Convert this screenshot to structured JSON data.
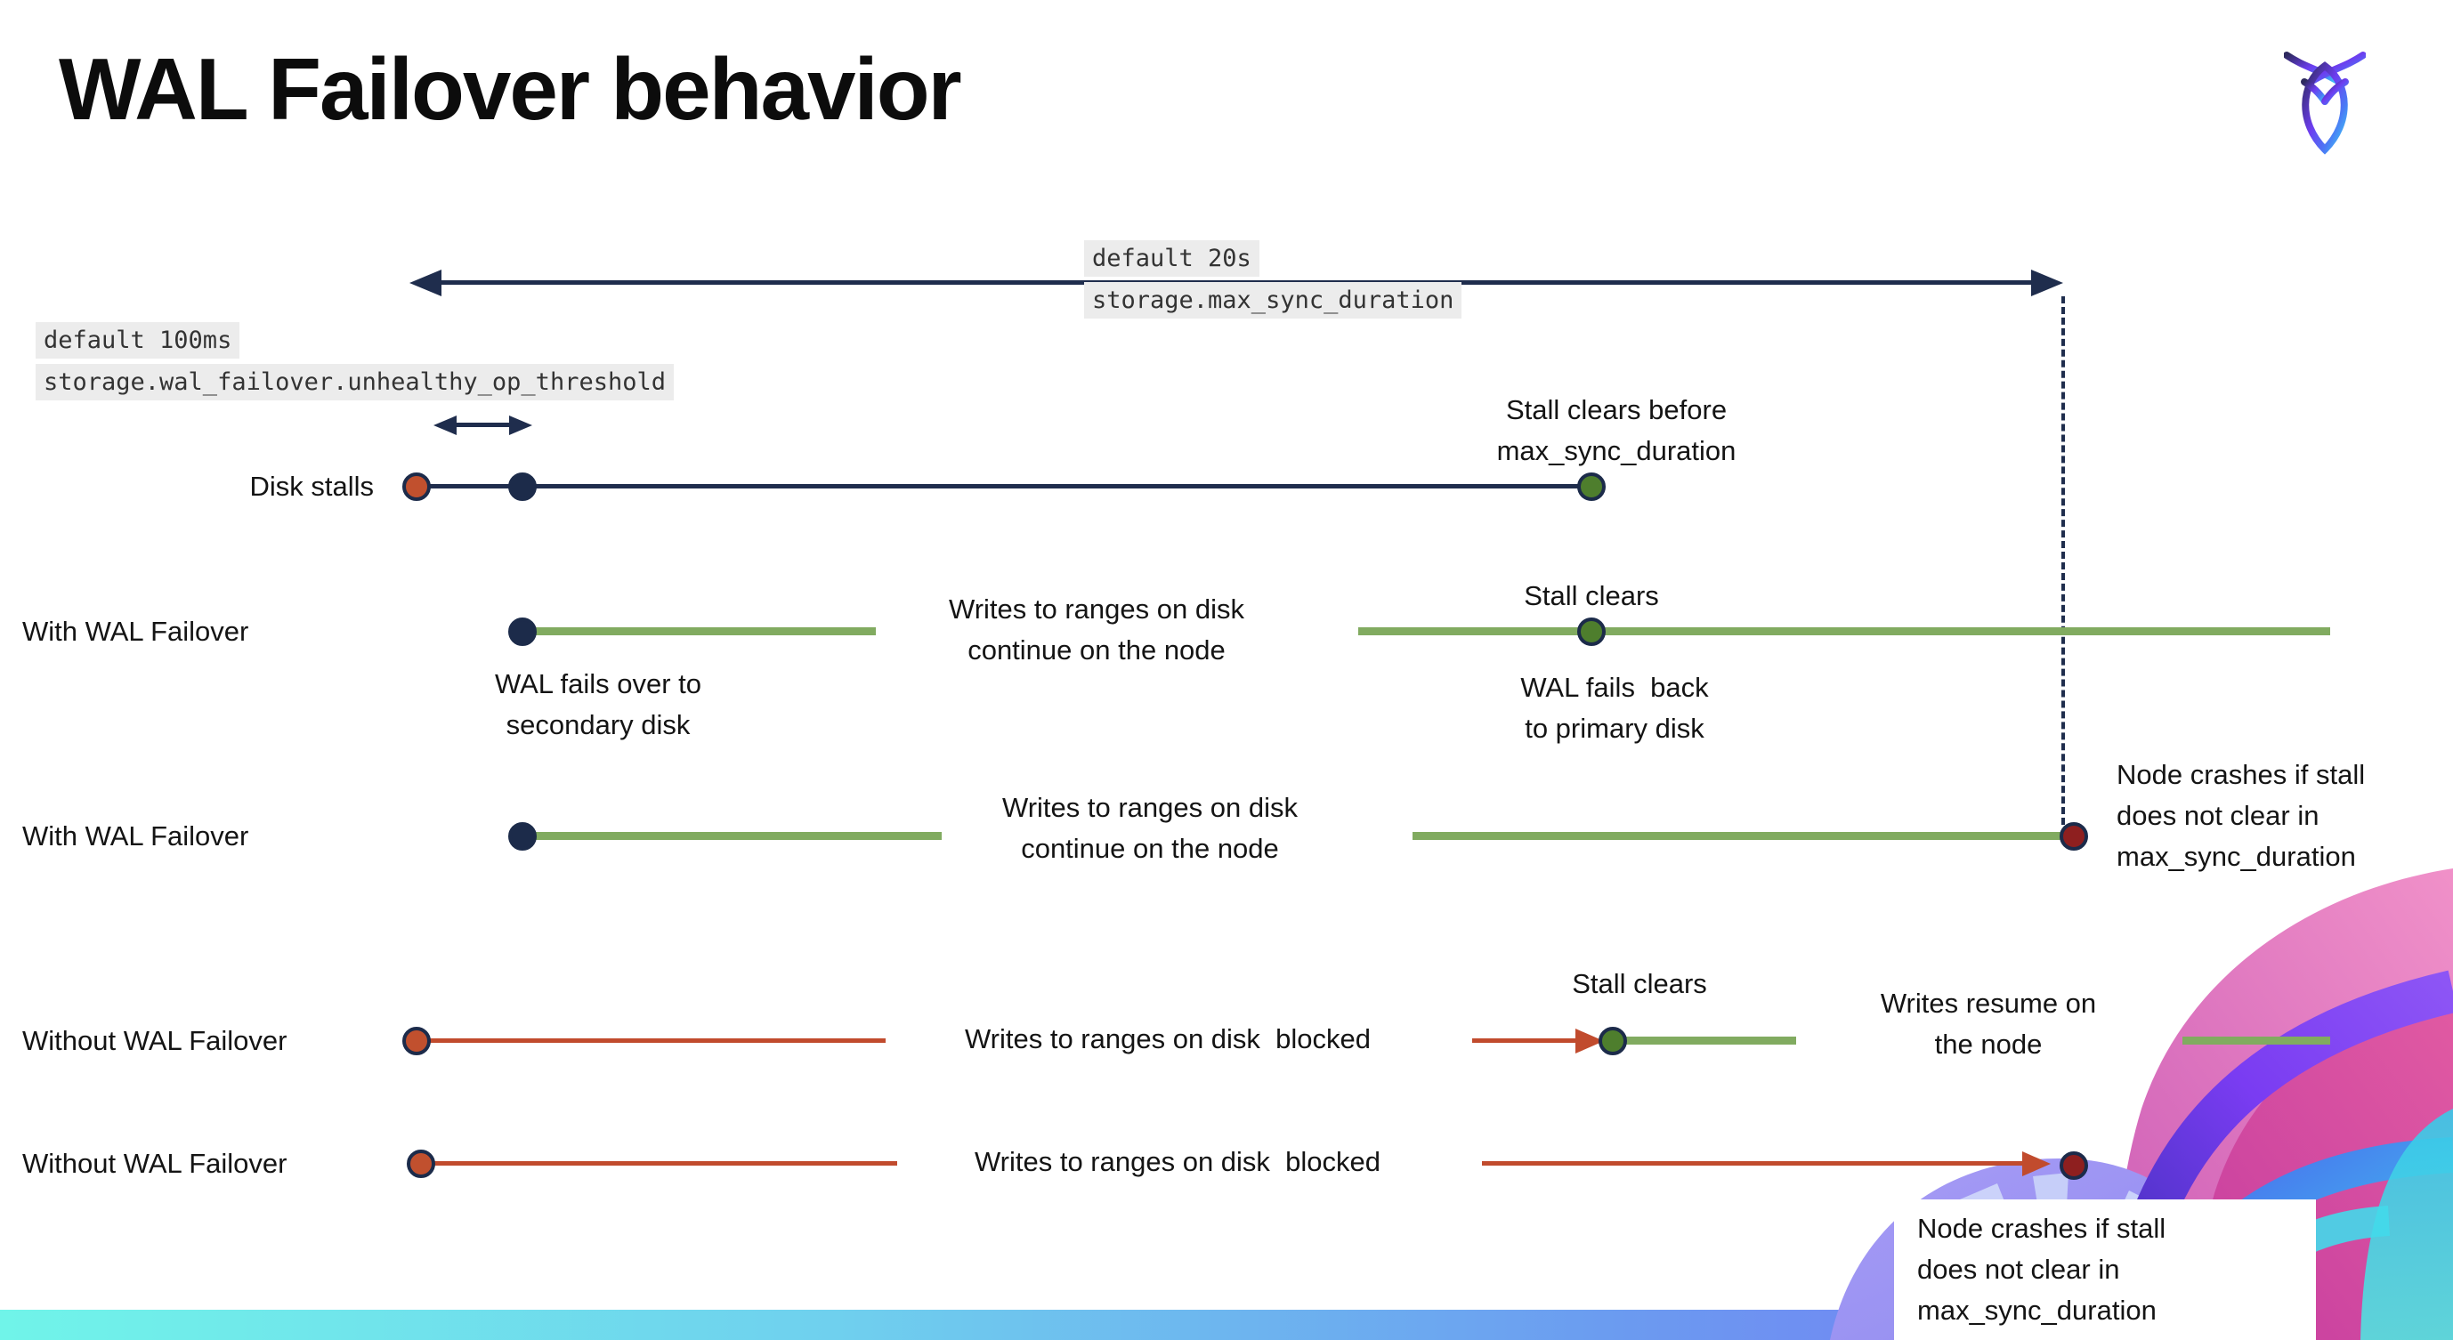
{
  "header": {
    "title": "WAL Failover behavior",
    "logo_icon": "cockroachdb-logo"
  },
  "config_labels": {
    "max_sync_duration": {
      "default_value": "default 20s",
      "setting_name": "storage.max_sync_duration"
    },
    "unhealthy_op_threshold": {
      "default_value": "default 100ms",
      "setting_name": "storage.wal_failover.unhealthy_op_threshold"
    }
  },
  "rows": {
    "disk_stalls": {
      "label": "Disk stalls",
      "note": "Stall clears before\nmax_sync_duration"
    },
    "failover1": {
      "label": "With WAL Failover",
      "writes": "Writes to ranges on disk\ncontinue on the node",
      "stall_clears": "Stall clears",
      "failover_note": "WAL fails over to\nsecondary disk",
      "failback_note": "WAL fails  back\nto primary disk"
    },
    "failover2": {
      "label": "With WAL Failover",
      "writes": "Writes to ranges on disk\ncontinue on the node",
      "crash_note": "Node crashes if stall\ndoes not clear in\nmax_sync_duration"
    },
    "no_failover1": {
      "label": "Without WAL Failover",
      "blocked": "Writes to ranges on disk  blocked",
      "stall_clears": "Stall clears",
      "resume": "Writes resume on\nthe node"
    },
    "no_failover2": {
      "label": "Without WAL Failover",
      "blocked": "Writes to ranges on disk  blocked",
      "crash_note": "Node crashes if stall\ndoes not clear in\nmax_sync_duration"
    }
  },
  "colors": {
    "navy": "#1f2d4d",
    "green_line": "#81ab60",
    "green_dot": "#4e7e2d",
    "red_line": "#c14b2d",
    "red_dot": "#c1502e",
    "dark_red_dot": "#8e1f1f",
    "code_background": "#ececec",
    "bottom_bar_gradient": [
      "#70f4e9",
      "#6fd0ee",
      "#6b9bf0",
      "#7b68f8"
    ]
  }
}
